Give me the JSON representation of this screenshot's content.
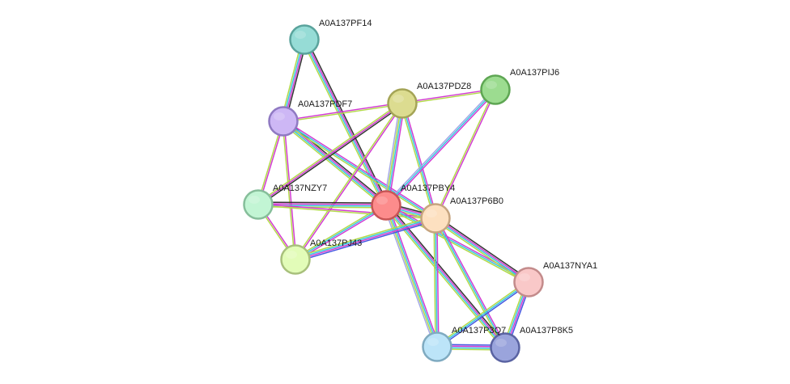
{
  "diagram": {
    "type": "protein-interaction-network",
    "nodes": [
      {
        "id": "A0A137PF14",
        "label": "A0A137PF14",
        "fill": "#96dcd6",
        "stroke": "#5aa39c"
      },
      {
        "id": "A0A137PDF7",
        "label": "A0A137PDF7",
        "fill": "#cdb7f5",
        "stroke": "#8f79c2"
      },
      {
        "id": "A0A137PDZ8",
        "label": "A0A137PDZ8",
        "fill": "#dcdc90",
        "stroke": "#a4a456"
      },
      {
        "id": "A0A137PIJ6",
        "label": "A0A137PIJ6",
        "fill": "#9cdc90",
        "stroke": "#5ea653"
      },
      {
        "id": "A0A137NZY7",
        "label": "A0A137NZY7",
        "fill": "#c2f5d4",
        "stroke": "#86be9a"
      },
      {
        "id": "A0A137PBY4",
        "label": "A0A137PBY4",
        "fill": "#fc8c8c",
        "stroke": "#c75555"
      },
      {
        "id": "A0A137P6B0",
        "label": "A0A137P6B0",
        "fill": "#fde0c0",
        "stroke": "#c6a47f"
      },
      {
        "id": "A0A137PJ43",
        "label": "A0A137PJ43",
        "fill": "#e2fcb8",
        "stroke": "#a8c07c"
      },
      {
        "id": "A0A137NYA1",
        "label": "A0A137NYA1",
        "fill": "#f9c8c8",
        "stroke": "#c38b8b"
      },
      {
        "id": "A0A137P3Q7",
        "label": "A0A137P3Q7",
        "fill": "#bce4f8",
        "stroke": "#7faac0"
      },
      {
        "id": "A0A137P8K5",
        "label": "A0A137P8K5",
        "fill": "#9aa4dc",
        "stroke": "#5a63a2"
      }
    ],
    "edge_colors": {
      "green": "#b3d94a",
      "magenta": "#d23cd2",
      "cyan": "#38c8e0",
      "blue": "#4455e0",
      "black": "#333333",
      "lavender": "#a4a8e6"
    },
    "edges": [
      {
        "source": "A0A137PF14",
        "target": "A0A137PDF7",
        "channels": [
          "black",
          "magenta",
          "cyan",
          "green"
        ]
      },
      {
        "source": "A0A137PF14",
        "target": "A0A137PBY4",
        "channels": [
          "black",
          "magenta",
          "cyan",
          "green"
        ]
      },
      {
        "source": "A0A137PDF7",
        "target": "A0A137PDZ8",
        "channels": [
          "magenta",
          "green"
        ]
      },
      {
        "source": "A0A137PDF7",
        "target": "A0A137PBY4",
        "channels": [
          "black",
          "magenta",
          "cyan",
          "green"
        ]
      },
      {
        "source": "A0A137PDF7",
        "target": "A0A137P6B0",
        "channels": [
          "magenta",
          "cyan",
          "green"
        ]
      },
      {
        "source": "A0A137PDF7",
        "target": "A0A137NZY7",
        "channels": [
          "magenta",
          "green"
        ]
      },
      {
        "source": "A0A137PDF7",
        "target": "A0A137PJ43",
        "channels": [
          "magenta",
          "green"
        ]
      },
      {
        "source": "A0A137PDZ8",
        "target": "A0A137PIJ6",
        "channels": [
          "magenta",
          "green"
        ]
      },
      {
        "source": "A0A137PDZ8",
        "target": "A0A137NZY7",
        "channels": [
          "black",
          "magenta",
          "green"
        ]
      },
      {
        "source": "A0A137PDZ8",
        "target": "A0A137PBY4",
        "channels": [
          "magenta",
          "cyan",
          "green",
          "lavender"
        ]
      },
      {
        "source": "A0A137PDZ8",
        "target": "A0A137P6B0",
        "channels": [
          "magenta",
          "cyan",
          "green"
        ]
      },
      {
        "source": "A0A137PDZ8",
        "target": "A0A137PJ43",
        "channels": [
          "magenta",
          "green"
        ]
      },
      {
        "source": "A0A137PIJ6",
        "target": "A0A137PBY4",
        "channels": [
          "magenta",
          "cyan",
          "lavender"
        ]
      },
      {
        "source": "A0A137PIJ6",
        "target": "A0A137P6B0",
        "channels": [
          "magenta",
          "green"
        ]
      },
      {
        "source": "A0A137NZY7",
        "target": "A0A137PBY4",
        "channels": [
          "black",
          "magenta",
          "cyan",
          "green"
        ]
      },
      {
        "source": "A0A137NZY7",
        "target": "A0A137P6B0",
        "channels": [
          "magenta",
          "green"
        ]
      },
      {
        "source": "A0A137NZY7",
        "target": "A0A137PJ43",
        "channels": [
          "magenta",
          "green"
        ]
      },
      {
        "source": "A0A137PBY4",
        "target": "A0A137P6B0",
        "channels": [
          "black",
          "magenta",
          "cyan",
          "green"
        ]
      },
      {
        "source": "A0A137PBY4",
        "target": "A0A137PJ43",
        "channels": [
          "magenta",
          "cyan",
          "green"
        ]
      },
      {
        "source": "A0A137PBY4",
        "target": "A0A137NYA1",
        "channels": [
          "magenta",
          "cyan",
          "green"
        ]
      },
      {
        "source": "A0A137PBY4",
        "target": "A0A137P3Q7",
        "channels": [
          "magenta",
          "cyan",
          "green",
          "lavender"
        ]
      },
      {
        "source": "A0A137PBY4",
        "target": "A0A137P8K5",
        "channels": [
          "black",
          "magenta",
          "cyan",
          "green"
        ]
      },
      {
        "source": "A0A137P6B0",
        "target": "A0A137PJ43",
        "channels": [
          "blue",
          "magenta",
          "cyan",
          "green"
        ]
      },
      {
        "source": "A0A137P6B0",
        "target": "A0A137NYA1",
        "channels": [
          "black",
          "magenta",
          "cyan",
          "green"
        ]
      },
      {
        "source": "A0A137P6B0",
        "target": "A0A137P3Q7",
        "channels": [
          "magenta",
          "cyan",
          "green"
        ]
      },
      {
        "source": "A0A137P6B0",
        "target": "A0A137P8K5",
        "channels": [
          "magenta",
          "cyan",
          "green"
        ]
      },
      {
        "source": "A0A137NYA1",
        "target": "A0A137P3Q7",
        "channels": [
          "blue",
          "cyan",
          "green"
        ]
      },
      {
        "source": "A0A137NYA1",
        "target": "A0A137P8K5",
        "channels": [
          "blue",
          "magenta",
          "cyan",
          "green"
        ]
      },
      {
        "source": "A0A137P3Q7",
        "target": "A0A137P8K5",
        "channels": [
          "blue",
          "magenta",
          "cyan",
          "green"
        ]
      }
    ]
  }
}
